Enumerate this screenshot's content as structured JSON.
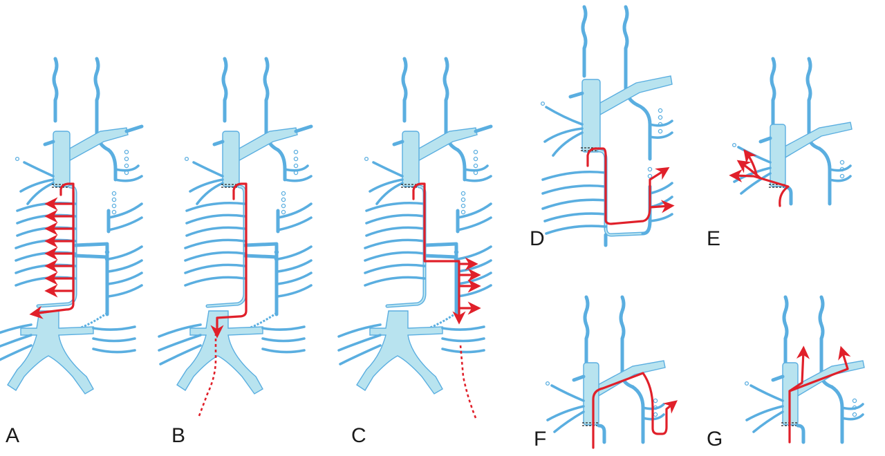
{
  "figure": {
    "panels": [
      {
        "id": "A",
        "label": "A"
      },
      {
        "id": "B",
        "label": "B"
      },
      {
        "id": "C",
        "label": "C"
      },
      {
        "id": "D",
        "label": "D"
      },
      {
        "id": "E",
        "label": "E"
      },
      {
        "id": "F",
        "label": "F"
      },
      {
        "id": "G",
        "label": "G"
      }
    ],
    "colors": {
      "vessel_fill": "#b8e3ef",
      "vessel_outline": "#5aaee0",
      "flow": "#e0202a",
      "text": "#1a1a1a"
    }
  }
}
